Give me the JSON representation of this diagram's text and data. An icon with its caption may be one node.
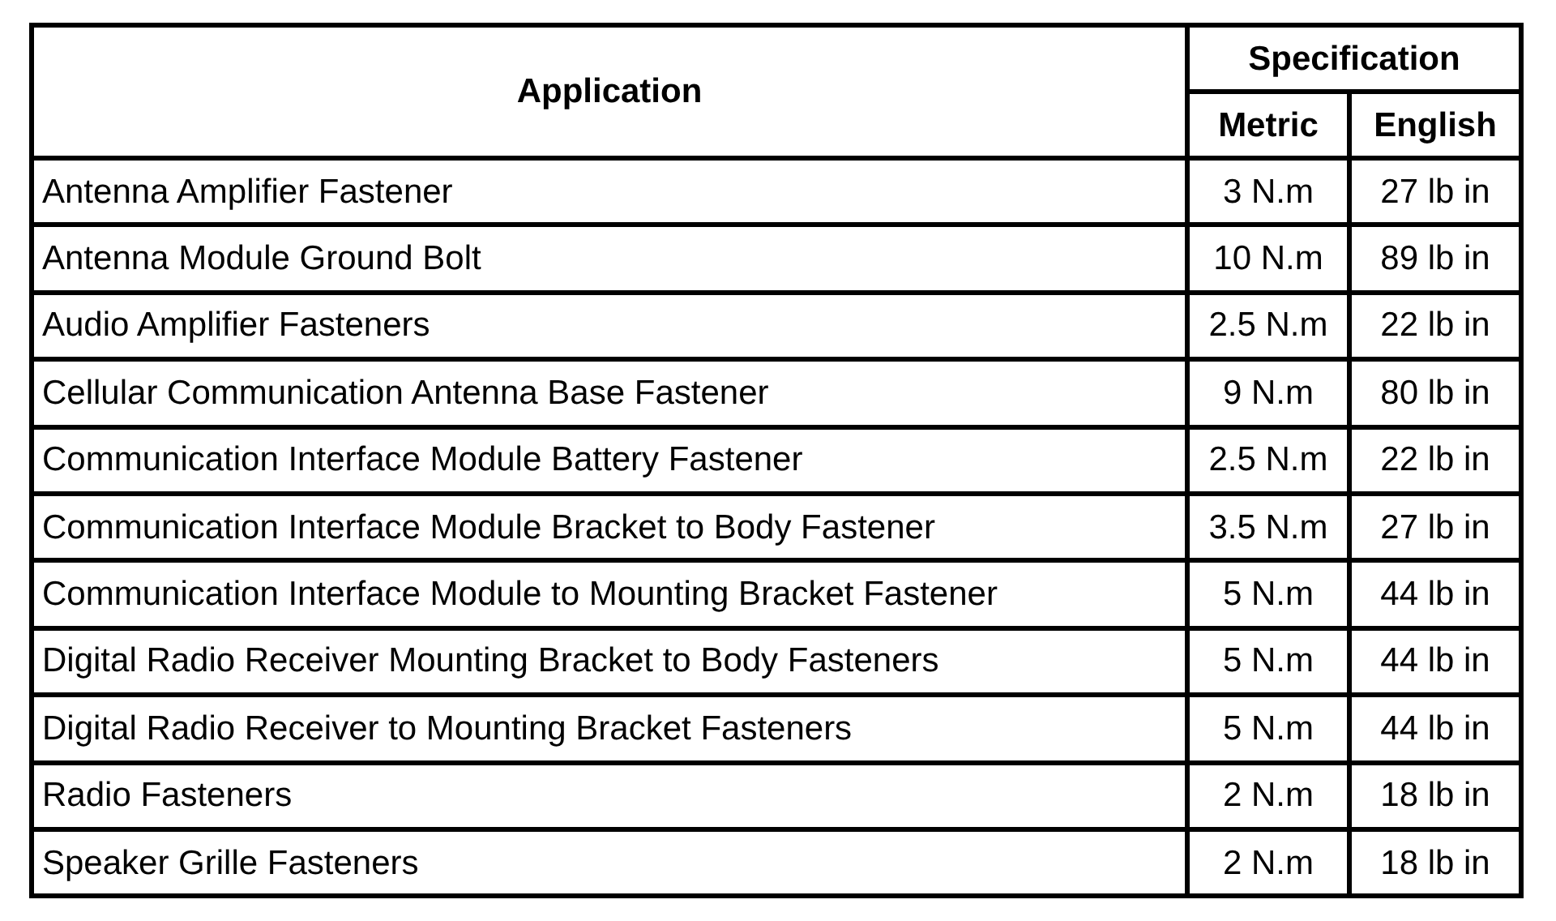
{
  "diagram": {
    "labels": [
      "Application",
      "Specification",
      "Metric",
      "English",
      "Antenna Amplifier Fastener",
      "3 N.m",
      "27 lb in",
      "Antenna Module Ground Bolt",
      "10 N.m",
      "89 lb in",
      "Audio Amplifier Fasteners",
      "2.5 N.m",
      "22 lb in",
      "Cellular Communication Antenna Base Fastener",
      "9 N.m",
      "80 lb in",
      "Communication Interface Module Battery Fastener",
      "2.5 N.m",
      "22 lb in",
      "Communication Interface Module Bracket to Body Fastener",
      "3.5 N.m",
      "27 lb in",
      "Communication Interface Module to Mounting Bracket Fastener",
      "5 N.m",
      "44 lb in",
      "Digital Radio Receiver Mounting Bracket to Body Fasteners",
      "5 N.m",
      "44 lb in",
      "Digital Radio Receiver to Mounting Bracket Fasteners",
      "5 N.m",
      "44 lb in",
      "Radio Fasteners",
      "2 N.m",
      "18 lb in",
      "Speaker Grille Fasteners",
      "2 N.m",
      "18 lb in"
    ]
  }
}
